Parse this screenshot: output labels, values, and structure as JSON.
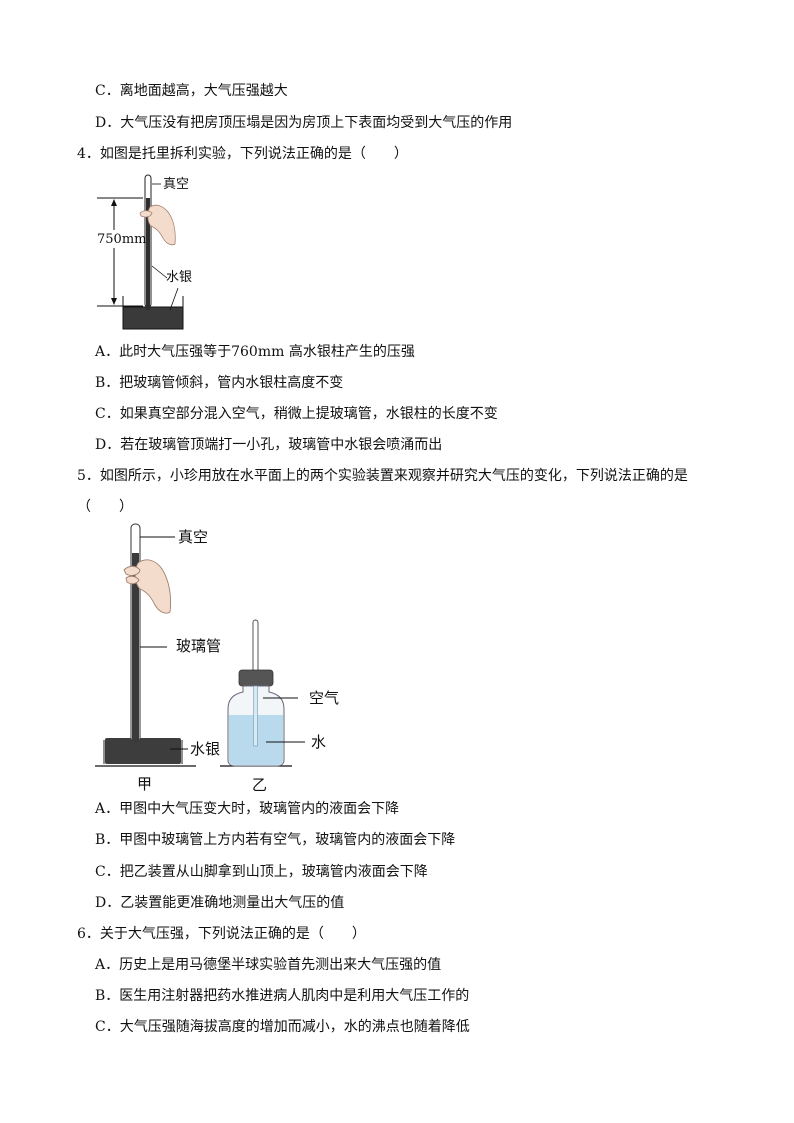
{
  "lines": {
    "l1": "C．离地面越高，大气压强越大",
    "l2": "D．大气压没有把房顶压塌是因为房顶上下表面均受到大气压的作用",
    "q4": "4．如图是托里拆利实验，下列说法正确的是（　　）",
    "q4a": "A．此时大气压强等于760mm 高水银柱产生的压强",
    "q4b": "B．把玻璃管倾斜，管内水银柱高度不变",
    "q4c": "C．如果真空部分混入空气，稍微上提玻璃管，水银柱的长度不变",
    "q4d": "D．若在玻璃管顶端打一小孔，玻璃管中水银会喷涌而出",
    "q5": "5．如图所示，小珍用放在水平面上的两个实验装置来观察并研究大气压的变化，下列说法正确的是",
    "q5paren": "（　　）",
    "q5a": "A．甲图中大气压变大时，玻璃管内的液面会下降",
    "q5b": "B．甲图中玻璃管上方内若有空气，玻璃管内的液面会下降",
    "q5c": "C．把乙装置从山脚拿到山顶上，玻璃管内液面会下降",
    "q5d": "D．乙装置能更准确地测量出大气压的值",
    "q6": "6．关于大气压强，下列说法正确的是（　　）",
    "q6a": "A．历史上是用马德堡半球实验首先测出来大气压强的值",
    "q6b": "B．医生用注射器把药水推进病人肌肉中是利用大气压工作的",
    "q6c": "C．大气压强随海拔高度的增加而减小，水的沸点也随着降低"
  },
  "fig4": {
    "vacuum": "真空",
    "height": "750mm",
    "mercury": "水银"
  },
  "fig5": {
    "vacuum": "真空",
    "tube": "玻璃管",
    "air": "空气",
    "water": "水",
    "mercury": "水银",
    "left_caption": "甲",
    "right_caption": "乙"
  }
}
